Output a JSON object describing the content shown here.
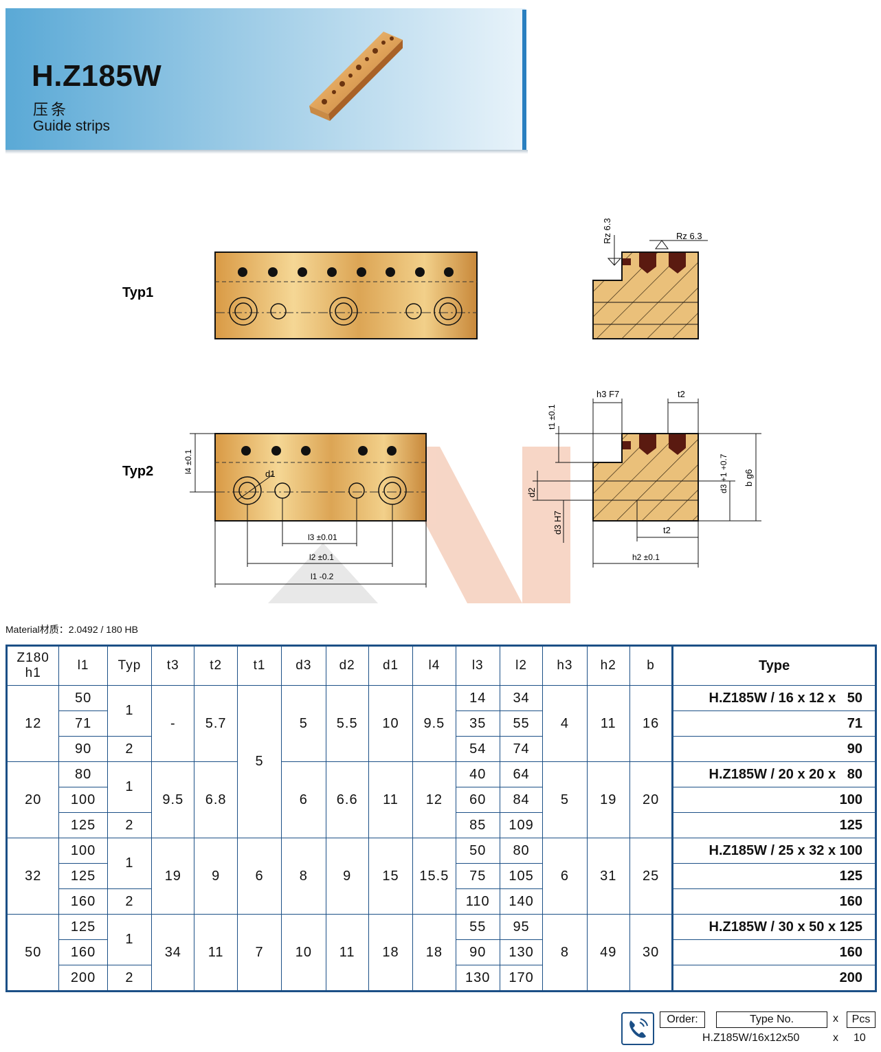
{
  "header": {
    "title": "H.Z185W",
    "subtitle_cn": "压条",
    "subtitle_en": "Guide strips"
  },
  "drawings": {
    "typ1_label": "Typ1",
    "typ2_label": "Typ2",
    "rz_a": "Rz 6.3",
    "rz_b": "Rz 6.3",
    "h3": "h3 F7",
    "t2_top": "t2",
    "t1": "t1 ±0.1",
    "d3_tol": "d3 +1 +0.7",
    "b": "b g6",
    "d2": "d2",
    "d3h7": "d3 H7",
    "t2_bottom": "t2",
    "h2": "h2 ±0.1",
    "l4": "l4 ±0.1",
    "d1": "d1",
    "l3": "l3 ±0.01",
    "l2": "l2 ±0.1",
    "l1": "l1 -0.2"
  },
  "material": "Material材质：2.0492 / 180 HB",
  "table": {
    "headers": [
      "Z180 h1",
      "l1",
      "Typ",
      "t3",
      "t2",
      "t1",
      "d3",
      "d2",
      "d1",
      "l4",
      "l3",
      "l2",
      "h3",
      "h2",
      "b",
      "Type"
    ],
    "groups": [
      {
        "h1": "12",
        "t3": "-",
        "t2": "5.7",
        "d3": "5",
        "d2": "5.5",
        "d1": "10",
        "l4": "9.5",
        "h3": "4",
        "h2": "11",
        "b": "16",
        "rows": [
          {
            "l1": "50",
            "l3": "14",
            "l2": "34",
            "type": "H.Z185W / 16 x 12 x   50"
          },
          {
            "l1": "71",
            "l3": "35",
            "l2": "55",
            "type": "71"
          },
          {
            "l1": "90",
            "l3": "54",
            "l2": "74",
            "type": "90"
          }
        ],
        "typ_a": "1",
        "typ_b": "2"
      },
      {
        "h1": "20",
        "t3": "9.5",
        "t2": "6.8",
        "d3": "6",
        "d2": "6.6",
        "d1": "11",
        "l4": "12",
        "h3": "5",
        "h2": "19",
        "b": "20",
        "rows": [
          {
            "l1": "80",
            "l3": "40",
            "l2": "64",
            "type": "H.Z185W / 20 x 20 x   80"
          },
          {
            "l1": "100",
            "l3": "60",
            "l2": "84",
            "type": "100"
          },
          {
            "l1": "125",
            "l3": "85",
            "l2": "109",
            "type": "125"
          }
        ],
        "typ_a": "1",
        "typ_b": "2"
      },
      {
        "h1": "32",
        "t3": "19",
        "t2": "9",
        "t1": "6",
        "d3": "8",
        "d2": "9",
        "d1": "15",
        "l4": "15.5",
        "h3": "6",
        "h2": "31",
        "b": "25",
        "rows": [
          {
            "l1": "100",
            "l3": "50",
            "l2": "80",
            "type": "H.Z185W / 25 x 32 x 100"
          },
          {
            "l1": "125",
            "l3": "75",
            "l2": "105",
            "type": "125"
          },
          {
            "l1": "160",
            "l3": "110",
            "l2": "140",
            "type": "160"
          }
        ],
        "typ_a": "1",
        "typ_b": "2"
      },
      {
        "h1": "50",
        "t3": "34",
        "t2": "11",
        "t1": "7",
        "d3": "10",
        "d2": "11",
        "d1": "18",
        "l4": "18",
        "h3": "8",
        "h2": "49",
        "b": "30",
        "rows": [
          {
            "l1": "125",
            "l3": "55",
            "l2": "95",
            "type": "H.Z185W / 30 x 50 x 125"
          },
          {
            "l1": "160",
            "l3": "90",
            "l2": "130",
            "type": "160"
          },
          {
            "l1": "200",
            "l3": "130",
            "l2": "170",
            "type": "200"
          }
        ],
        "typ_a": "1",
        "typ_b": "2"
      }
    ],
    "t1_shared": "5"
  },
  "order": {
    "label": "Order:",
    "type_no": "Type No.",
    "x1": "x",
    "pcs": "Pcs",
    "example": "H.Z185W/16x12x50",
    "x2": "x",
    "qty": "10"
  },
  "colors": {
    "accent": "#1b4f86",
    "brass": "#d9a64f",
    "header_blue": "#5aa9d6"
  }
}
